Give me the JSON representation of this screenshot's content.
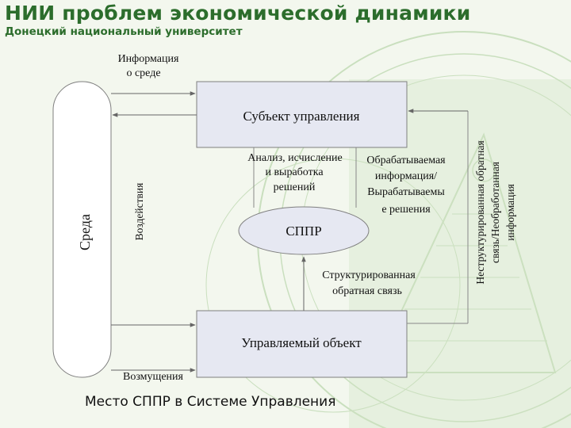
{
  "header": {
    "title": "НИИ проблем экономической динамики",
    "subtitle": "Донецкий национальный университет"
  },
  "diagram": {
    "environment_label": "Среда",
    "subject_label": "Субъект управления",
    "dss_label": "СППР",
    "object_label": "Управляемый объект",
    "env_info_label": [
      "Информация",
      "о среде"
    ],
    "impacts_label": "Воздействия",
    "disturbances_label": "Возмущения",
    "analysis_label": [
      "Анализ, исчисление",
      "и выработка",
      "решений"
    ],
    "processed_info_label": [
      "Обрабатываемая",
      "информация/",
      "Вырабатываемы",
      "е решения"
    ],
    "structured_feedback_label": [
      "Структурированная",
      "обратная связь"
    ],
    "unstructured_feedback_label": [
      "Неструктурированная обратная",
      "связь/Необработанная",
      "информация"
    ]
  },
  "caption": "Место СППР в Системе Управления",
  "colors": {
    "header": "#2c6d2c",
    "box_fill": "#e6e8f2",
    "environment_fill": "#ffffff",
    "watermark": "#a9c99a"
  }
}
